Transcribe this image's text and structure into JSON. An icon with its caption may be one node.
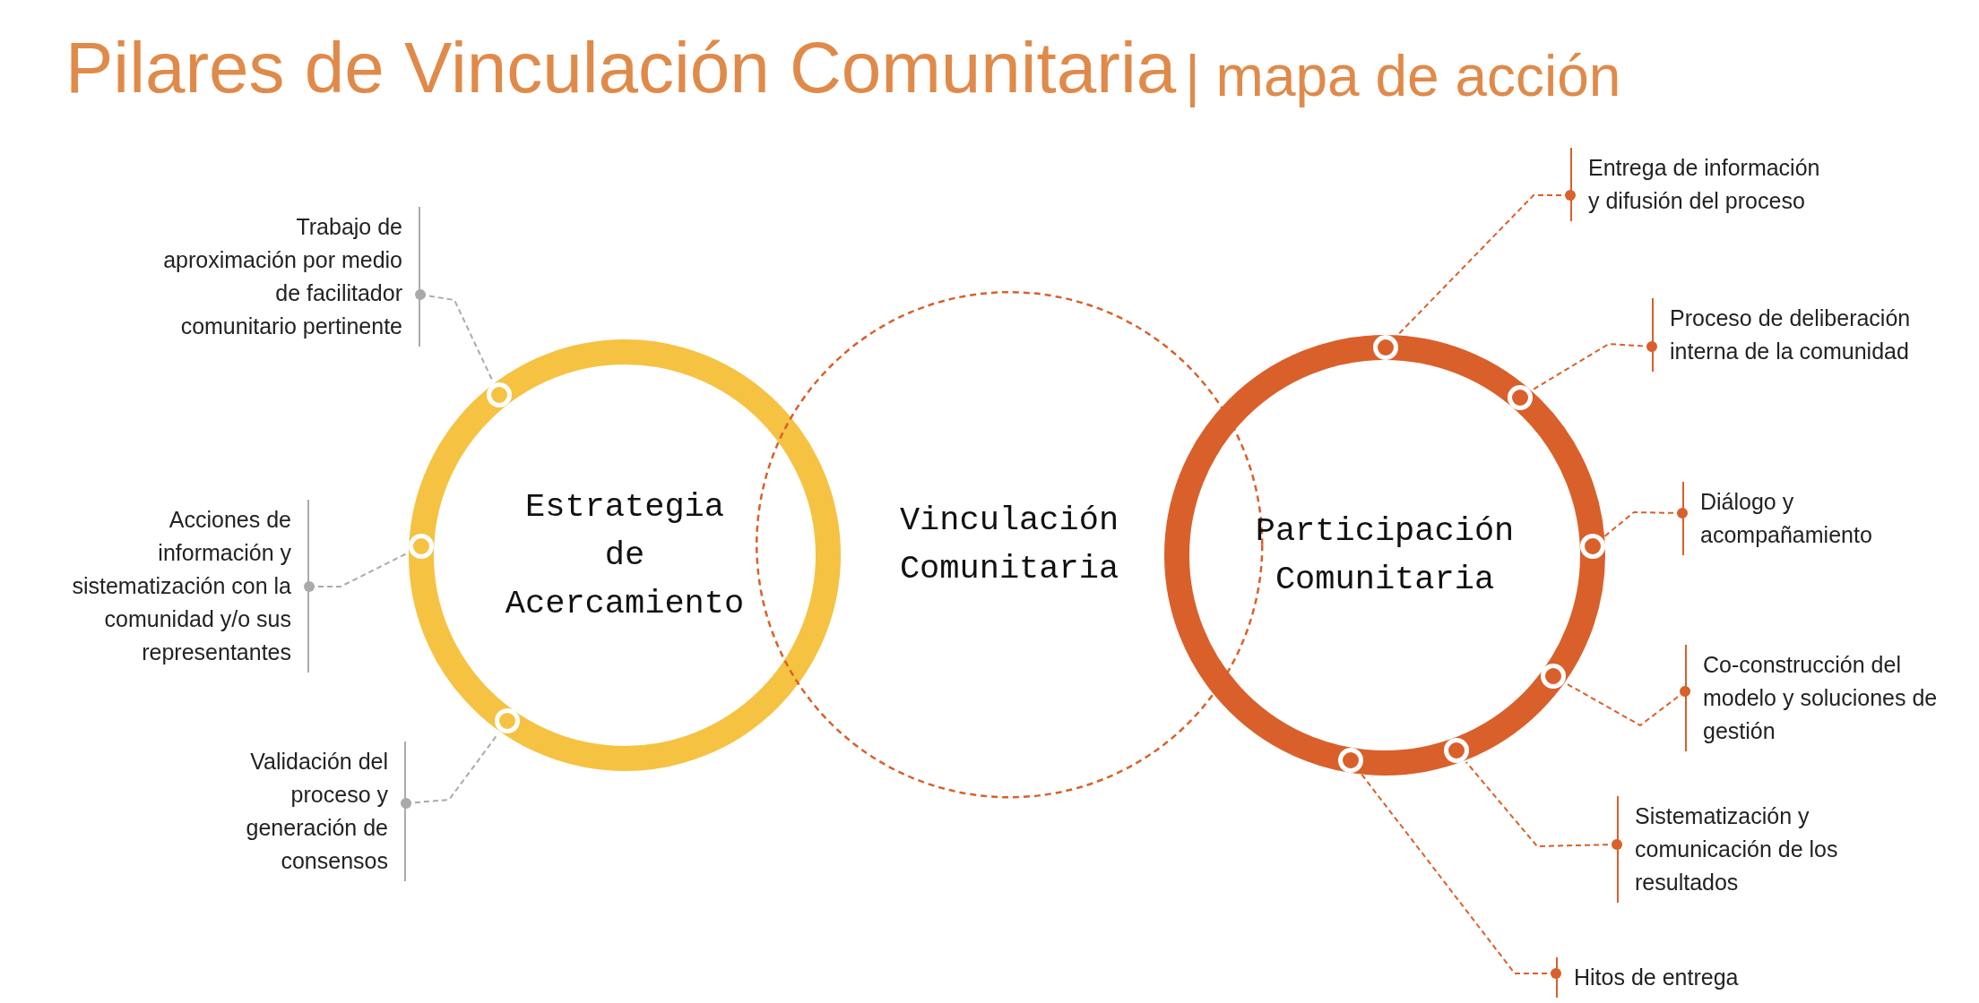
{
  "diagram": {
    "title": "Pilares de Vinculación Comunitaria",
    "labels": [
      "| mapa de acción"
    ],
    "nodes": [
      {
        "text": [
          "Estrategia de Acercamiento"
        ]
      },
      {
        "text": [
          "Vinculación Comunitaria"
        ]
      },
      {
        "text": [
          "Participación Comunitaria"
        ]
      },
      {
        "text": [
          "Trabajo de aproximación por medio de facilitador comunitario pertinente"
        ]
      },
      {
        "text": [],
        "shape": "circle",
        "in": 0
      },
      {
        "text": [
          "Acciones de información y sistematización con la comunidad y/o sus representantes"
        ]
      },
      {
        "text": [],
        "shape": "circle",
        "in": 0
      },
      {
        "text": [
          "Validación del proceso y generación de consensos"
        ]
      },
      {
        "text": [],
        "shape": "circle",
        "in": 0
      },
      {
        "text": [
          "Entrega de información y difusión del proceso"
        ]
      },
      {
        "text": [],
        "shape": "circle",
        "in": 2
      },
      {
        "text": [
          "Proceso de deliberación interna de la comunidad"
        ]
      },
      {
        "text": [],
        "shape": "circle",
        "in": 2
      },
      {
        "text": [
          "Diálogo y acompañamiento"
        ]
      },
      {
        "text": [],
        "shape": "circle",
        "in": 2
      },
      {
        "text": [
          "Co-construcción del modelo y soluciones de gestión"
        ]
      },
      {
        "text": [],
        "shape": "circle",
        "in": 2
      },
      {
        "text": [
          "Sistematización y comunicación de los resultados"
        ]
      },
      {
        "text": [],
        "shape": "circle",
        "in": 2
      },
      {
        "text": [
          "Hitos de entrega"
        ]
      },
      {
        "text": [],
        "shape": "circle",
        "in": 2
      }
    ],
    "edges": [
      {
        "from": 3,
        "to": 4,
        "arrow": "other",
        "style": "dashed",
        "color": "#aaaaaa"
      },
      {
        "from": 5,
        "to": 6,
        "arrow": "other",
        "style": "dashed",
        "color": "#aaaaaa"
      },
      {
        "from": 7,
        "to": 8,
        "arrow": "other",
        "style": "dashed",
        "color": "#aaaaaa"
      },
      {
        "from": 9,
        "to": 10,
        "arrow": "other",
        "style": "dashed"
      },
      {
        "from": 11,
        "to": 12,
        "arrow": "other",
        "style": "dashed"
      },
      {
        "from": 13,
        "to": 14,
        "arrow": "other",
        "style": "dashed"
      },
      {
        "from": 15,
        "to": 16,
        "arrow": "other",
        "style": "dashed"
      },
      {
        "from": 17,
        "to": 18,
        "arrow": "other",
        "style": "dashed"
      },
      {
        "from": 19,
        "to": 20,
        "arrow": "other",
        "style": "dashed"
      }
    ]
  }
}
